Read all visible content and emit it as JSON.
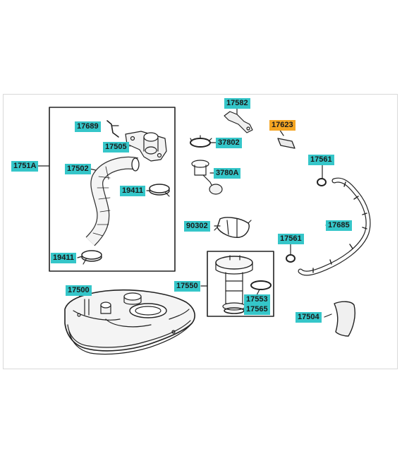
{
  "diagram": {
    "accent_color": "#35c6c9",
    "highlight_color": "#f5a623",
    "parts": [
      {
        "code": "17582",
        "highlighted": false
      },
      {
        "code": "17623",
        "highlighted": true
      },
      {
        "code": "17689",
        "highlighted": false
      },
      {
        "code": "37802",
        "highlighted": false
      },
      {
        "code": "17505",
        "highlighted": false
      },
      {
        "code": "17561",
        "highlighted": false
      },
      {
        "code": "1751A",
        "highlighted": false
      },
      {
        "code": "17502",
        "highlighted": false
      },
      {
        "code": "3780A",
        "highlighted": false
      },
      {
        "code": "19411",
        "highlighted": false
      },
      {
        "code": "90302",
        "highlighted": false
      },
      {
        "code": "17685",
        "highlighted": false
      },
      {
        "code": "17561",
        "highlighted": false
      },
      {
        "code": "19411",
        "highlighted": false
      },
      {
        "code": "17500",
        "highlighted": false
      },
      {
        "code": "17550",
        "highlighted": false
      },
      {
        "code": "17553",
        "highlighted": false
      },
      {
        "code": "17565",
        "highlighted": false
      },
      {
        "code": "17504",
        "highlighted": false
      }
    ]
  }
}
